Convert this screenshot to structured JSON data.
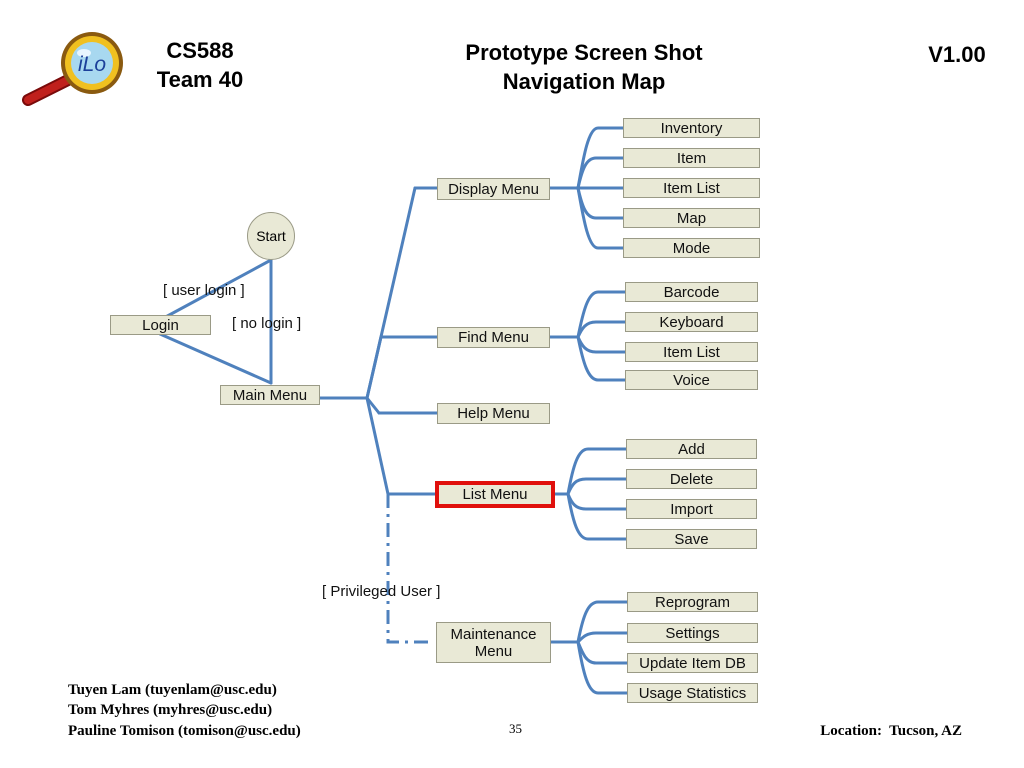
{
  "header": {
    "course": "CS588",
    "team": "Team 40",
    "title_line1": "Prototype Screen Shot",
    "title_line2": "Navigation Map",
    "version": "V1.00"
  },
  "logo": {
    "text": "iLo",
    "icon": "magnifier-icon"
  },
  "diagram": {
    "start": "Start",
    "login": "Login",
    "main_menu": "Main Menu",
    "edge_labels": {
      "user_login": "[ user login ]",
      "no_login": "[ no login ]",
      "privileged_user": "[ Privileged User ]"
    },
    "menus": {
      "display": {
        "label": "Display Menu",
        "items": [
          "Inventory",
          "Item",
          "Item List",
          "Map",
          "Mode"
        ]
      },
      "find": {
        "label": "Find Menu",
        "items": [
          "Barcode",
          "Keyboard",
          "Item List",
          "Voice"
        ]
      },
      "help": {
        "label": "Help Menu"
      },
      "list": {
        "label": "List Menu",
        "items": [
          "Add",
          "Delete",
          "Import",
          "Save"
        ]
      },
      "maintenance": {
        "label": "Maintenance Menu",
        "items": [
          "Reprogram",
          "Settings",
          "Update Item DB",
          "Usage Statistics"
        ]
      }
    },
    "colors": {
      "line": "#4f81bd",
      "node_fill": "#e9e9d6",
      "highlight": "#e0100c"
    }
  },
  "footer": {
    "authors": [
      "Tuyen Lam (tuyenlam@usc.edu)",
      "Tom Myhres (myhres@usc.edu)",
      "Pauline Tomison (tomison@usc.edu)"
    ],
    "page_number": "35",
    "location": "Location:  Tucson, AZ"
  }
}
